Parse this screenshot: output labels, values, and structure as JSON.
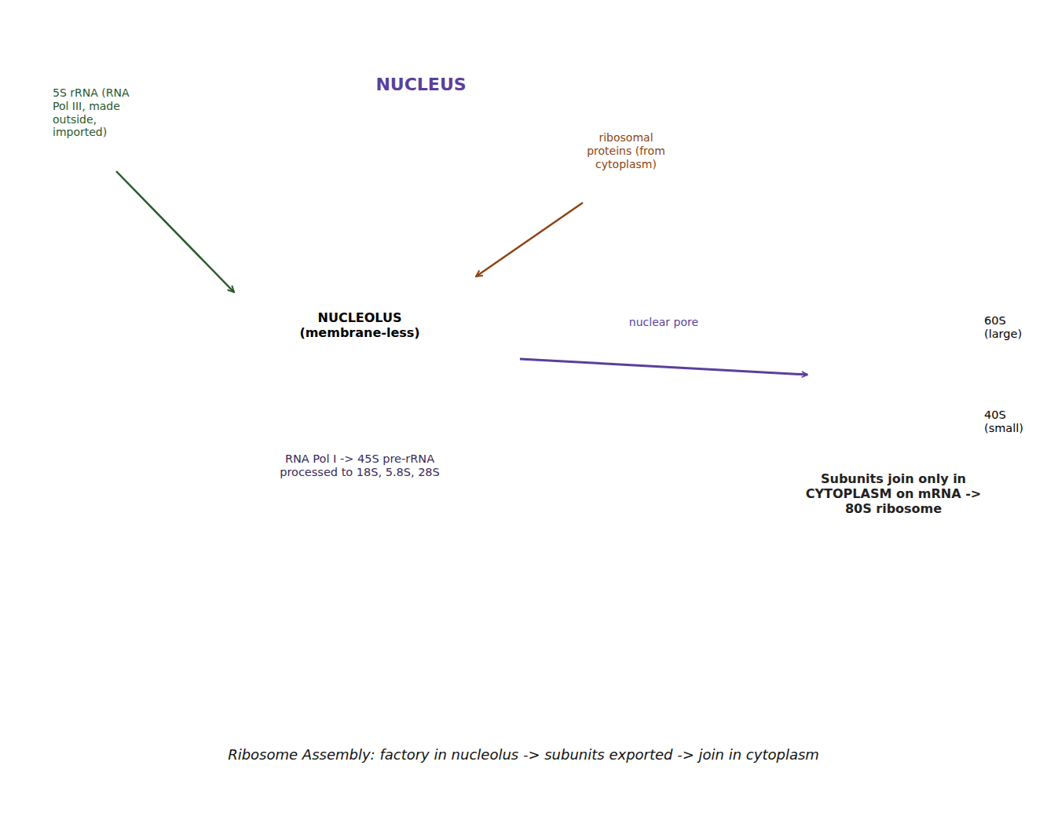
{
  "diagram": {
    "caption": "Ribosome Assembly: factory in nucleolus -> subunits exported -> join in cytoplasm",
    "nodes": [
      {
        "text": [
          "NUCLEUS"
        ]
      },
      {
        "text": [
          "NUCLEOLUS (membrane-less)",
          "RNA Pol I -> 45S pre-rRNA processed to 18S, 5.8S, 28S"
        ],
        "in": 0
      },
      {
        "text": [
          "Subunits join only in CYTOPLASM on mRNA -> 80S ribosome"
        ]
      },
      {
        "text": [
          "60S (large)"
        ],
        "in": 2
      },
      {
        "text": [
          "40S (small)"
        ],
        "in": 2
      }
    ],
    "edges": [
      {
        "from": 1,
        "to": 2,
        "arrow": "to",
        "label": "nuclear pore"
      }
    ],
    "labels": [
      "5S rRNA (RNA Pol III, made outside, imported)",
      "ribosomal proteins (from cytoplasm)"
    ]
  }
}
